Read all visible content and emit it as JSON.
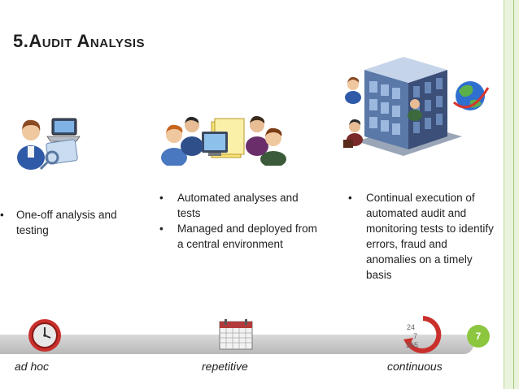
{
  "title": "5.Audit Analysis",
  "columns": [
    {
      "bullets": [
        "One-off analysis and testing"
      ]
    },
    {
      "bullets": [
        "Automated analyses and tests",
        "Managed and deployed from a central environment"
      ]
    },
    {
      "bullets": [
        "Continual execution of automated audit and monitoring tests to identify errors, fraud and anomalies on a timely basis"
      ]
    }
  ],
  "timeline": {
    "labels": [
      "ad hoc",
      "repetitive",
      "continuous"
    ],
    "cycle_numbers": [
      "24",
      "7",
      "365"
    ]
  },
  "page_number": "7",
  "icons": [
    "person-laptop-icon",
    "team-documents-icon",
    "office-building-icon",
    "clock-icon",
    "calendar-icon",
    "cycle-arrow-icon"
  ],
  "colors": {
    "accent_green": "#8cc63f",
    "rail": "#eaf4dc",
    "timeline_bar": "#c8c8c8"
  }
}
